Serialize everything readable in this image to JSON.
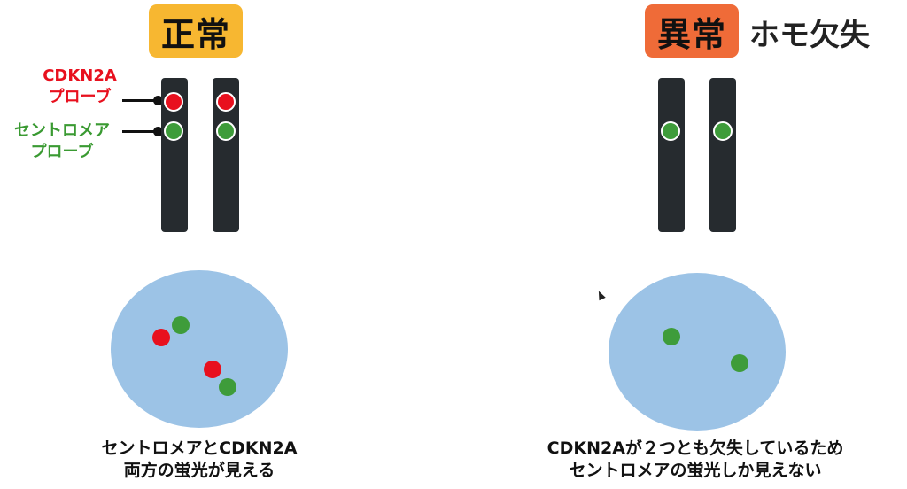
{
  "normal": {
    "badge": "正常",
    "probe_red_label": [
      "CDKN2A",
      "プローブ"
    ],
    "probe_green_label": [
      "セントロメア",
      "プローブ"
    ],
    "caption": [
      "セントロメアとCDKN2A",
      "両方の蛍光が見える"
    ]
  },
  "abnormal": {
    "badge": "異常",
    "subtitle": "ホモ欠失",
    "caption": [
      "CDKN2Aが２つとも欠失しているため",
      "セントロメアの蛍光しか見えない"
    ]
  },
  "colors": {
    "red_probe": "#e8101e",
    "green_probe": "#3e9c3a",
    "chromosome": "#262b2f",
    "nucleus": "#9cc3e6",
    "badge_normal": "#f7b731",
    "badge_abnormal": "#ef6b38"
  },
  "icons": {
    "cursor": "mouse-pointer-icon"
  }
}
